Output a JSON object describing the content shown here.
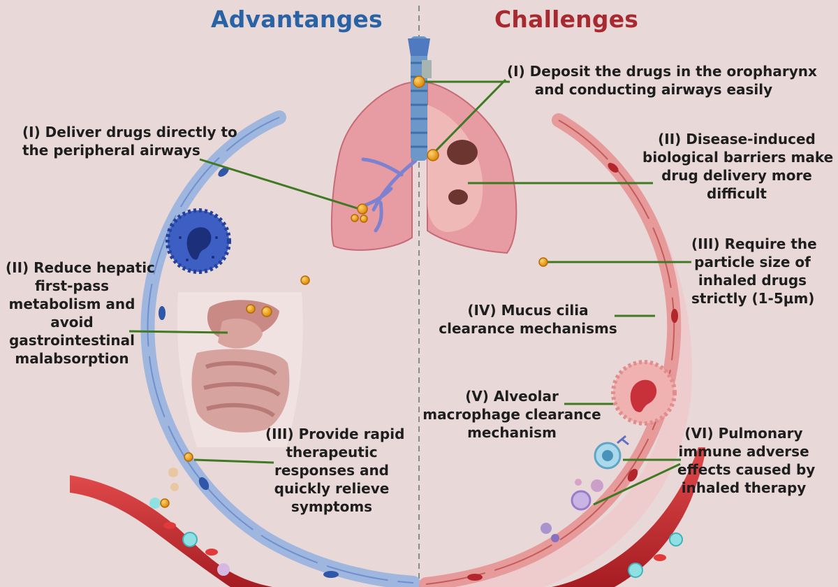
{
  "header": {
    "left_title": "Advantanges",
    "right_title": "Challenges",
    "left_color": "#2a62a6",
    "right_color": "#a8292f"
  },
  "advantages": [
    {
      "id": "adv-1",
      "text": "(I) Deliver drugs directly to\nthe peripheral airways"
    },
    {
      "id": "adv-2",
      "text": "(II) Reduce hepatic\nfirst-pass\nmetabolism and\navoid\ngastrointestinal\nmalabsorption"
    },
    {
      "id": "adv-3",
      "text": "(III) Provide rapid\ntherapeutic\nresponses and\nquickly relieve\nsymptoms"
    }
  ],
  "challenges": [
    {
      "id": "ch-1",
      "text": "(I) Deposit the drugs in the oropharynx\nand conducting airways easily"
    },
    {
      "id": "ch-2",
      "text": "(II) Disease-induced\nbiological barriers make\ndrug delivery more\ndifficult"
    },
    {
      "id": "ch-3",
      "text": "(III) Require the\nparticle size of\ninhaled drugs\nstrictly (1-5μm)"
    },
    {
      "id": "ch-4",
      "text": "(IV) Mucus cilia\nclearance mechanisms"
    },
    {
      "id": "ch-5",
      "text": "(V) Alveolar\nmacrophage clearance\nmechanism"
    },
    {
      "id": "ch-6",
      "text": "(VI) Pulmonary\nimmune adverse\neffects caused by\ninhaled therapy"
    }
  ],
  "colors": {
    "background": "#e9d8d8",
    "membrane_blue": "#9db3dc",
    "membrane_red": "#e38a8a",
    "vessel": "#c8282c",
    "drug_particle": "#f2a21a",
    "leader_line": "#3f7a22"
  }
}
